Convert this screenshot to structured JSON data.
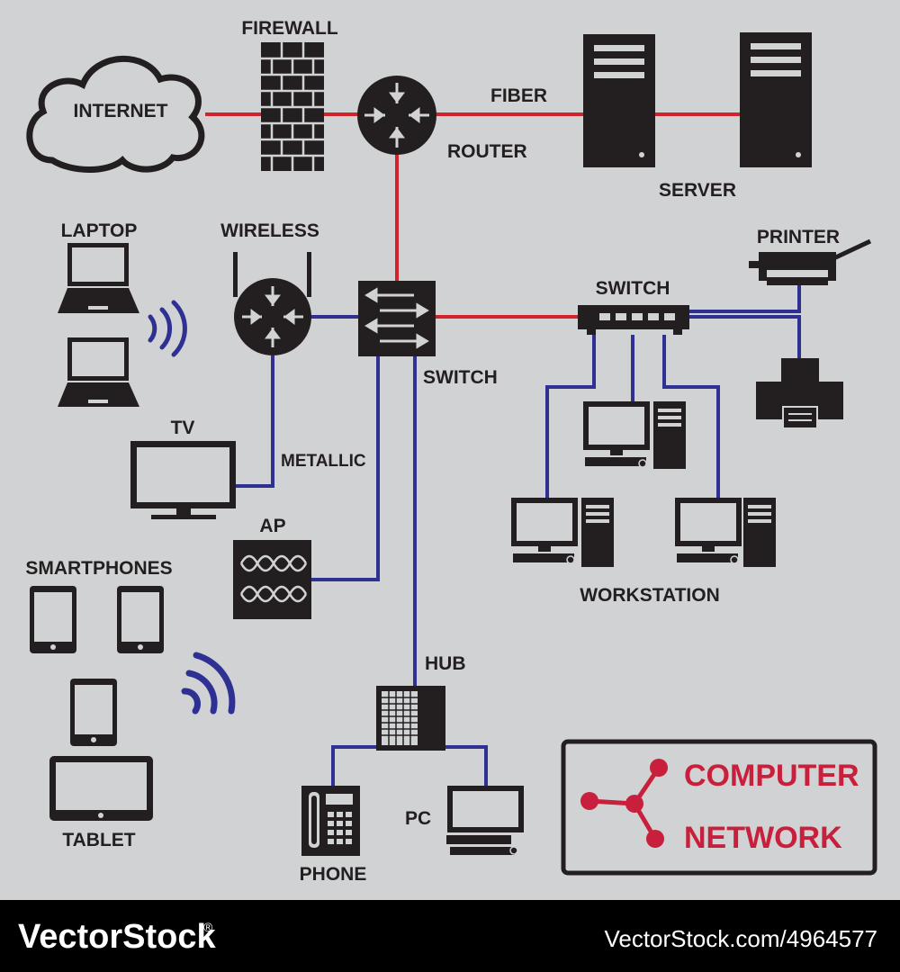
{
  "labels": {
    "firewall": "FIREWALL",
    "internet": "INTERNET",
    "fiber": "FIBER",
    "router": "ROUTER",
    "server": "SERVER",
    "laptop": "LAPTOP",
    "wireless": "WIRELESS",
    "printer": "PRINTER",
    "switch_right": "SWITCH",
    "switch_center": "SWITCH",
    "tv": "TV",
    "metallic": "METALLIC",
    "ap": "AP",
    "smartphones": "SMARTPHONES",
    "workstation": "WORKSTATION",
    "hub": "HUB",
    "tablet": "TABLET",
    "pc": "PC",
    "phone": "PHONE"
  },
  "title": {
    "line1": "COMPUTER",
    "line2": "NETWORK"
  },
  "watermark": {
    "brand": "VectorStock",
    "registered": "®",
    "url": "VectorStock.com/4964577"
  },
  "colors": {
    "background": "#d1d2d4",
    "device": "#231f20",
    "fiber_link": "#d2232a",
    "metallic_link": "#2e3192",
    "title_text": "#c8203c",
    "watermark_bar": "#000000"
  }
}
